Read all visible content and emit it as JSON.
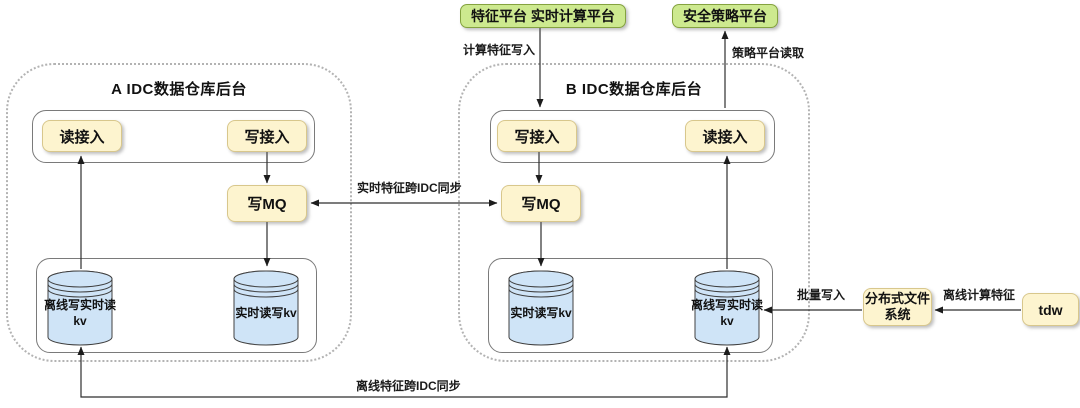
{
  "platforms": {
    "feature_platform": "特征平台 实时计算平台",
    "security_platform": "安全策略平台"
  },
  "idc_a": {
    "title": "A IDC数据仓库后台",
    "read_access": "读接入",
    "write_access": "写接入",
    "write_mq": "写MQ",
    "kv_offline_write_realtime_read": "离线写实时读kv",
    "kv_realtime_read_write": "实时读写kv"
  },
  "idc_b": {
    "title": "B IDC数据仓库后台",
    "write_access": "写接入",
    "read_access": "读接入",
    "write_mq": "写MQ",
    "kv_realtime_read_write": "实时读写kv",
    "kv_offline_write_realtime_read": "离线写实时读kv"
  },
  "external": {
    "distributed_file_system": "分布式文件系统",
    "tdw": "tdw"
  },
  "edge_labels": {
    "compute_feature_write": "计算特征写入",
    "policy_platform_read": "策略平台读取",
    "realtime_feature_cross_idc_sync": "实时特征跨IDC同步",
    "batch_write": "批量写入",
    "offline_compute_feature": "离线计算特征",
    "offline_feature_cross_idc_sync": "离线特征跨IDC同步"
  },
  "colors": {
    "platform_fill": "#cde98f",
    "platform_border": "#84a23f",
    "node_fill": "#fdf4cf",
    "node_border": "#d8c78c",
    "db_fill": "#cfe4f7",
    "outer_border": "#b3b3b3",
    "line": "#2e2e2e"
  }
}
